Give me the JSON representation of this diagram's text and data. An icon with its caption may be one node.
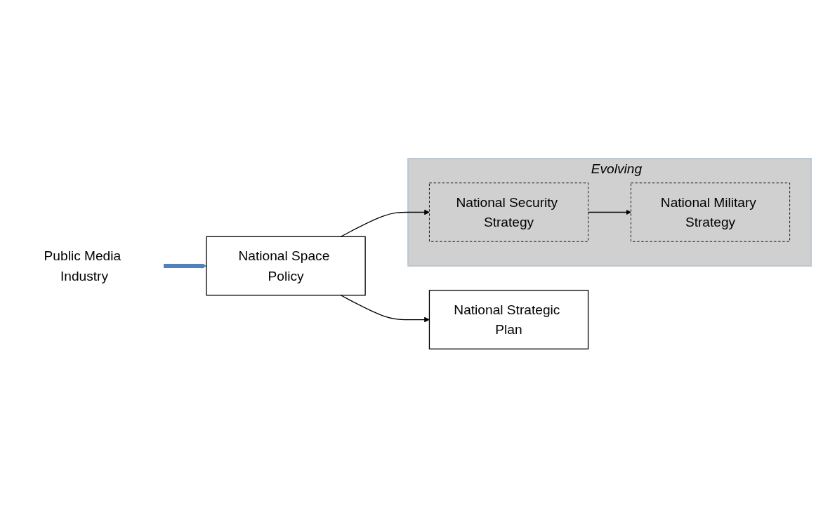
{
  "diagram": {
    "nodes": [
      {
        "text": [
          "Public Media Industry"
        ]
      },
      {
        "text": [
          "National Space Policy"
        ]
      },
      {
        "text": [
          "National Strategic Plan"
        ]
      },
      {
        "text": [
          "Evolving"
        ]
      },
      {
        "text": [
          "National Security Strategy"
        ],
        "in": 3
      },
      {
        "text": [
          "National Military Strategy"
        ],
        "in": 3
      }
    ],
    "edges": [
      {
        "from": 0,
        "to": 1,
        "arrow": "to",
        "style": "thick",
        "color": "#4f81bd"
      },
      {
        "from": 1,
        "to": 2,
        "arrow": "to"
      },
      {
        "from": 1,
        "to": 4,
        "arrow": "to"
      },
      {
        "from": 4,
        "to": 5,
        "arrow": "to"
      }
    ]
  }
}
